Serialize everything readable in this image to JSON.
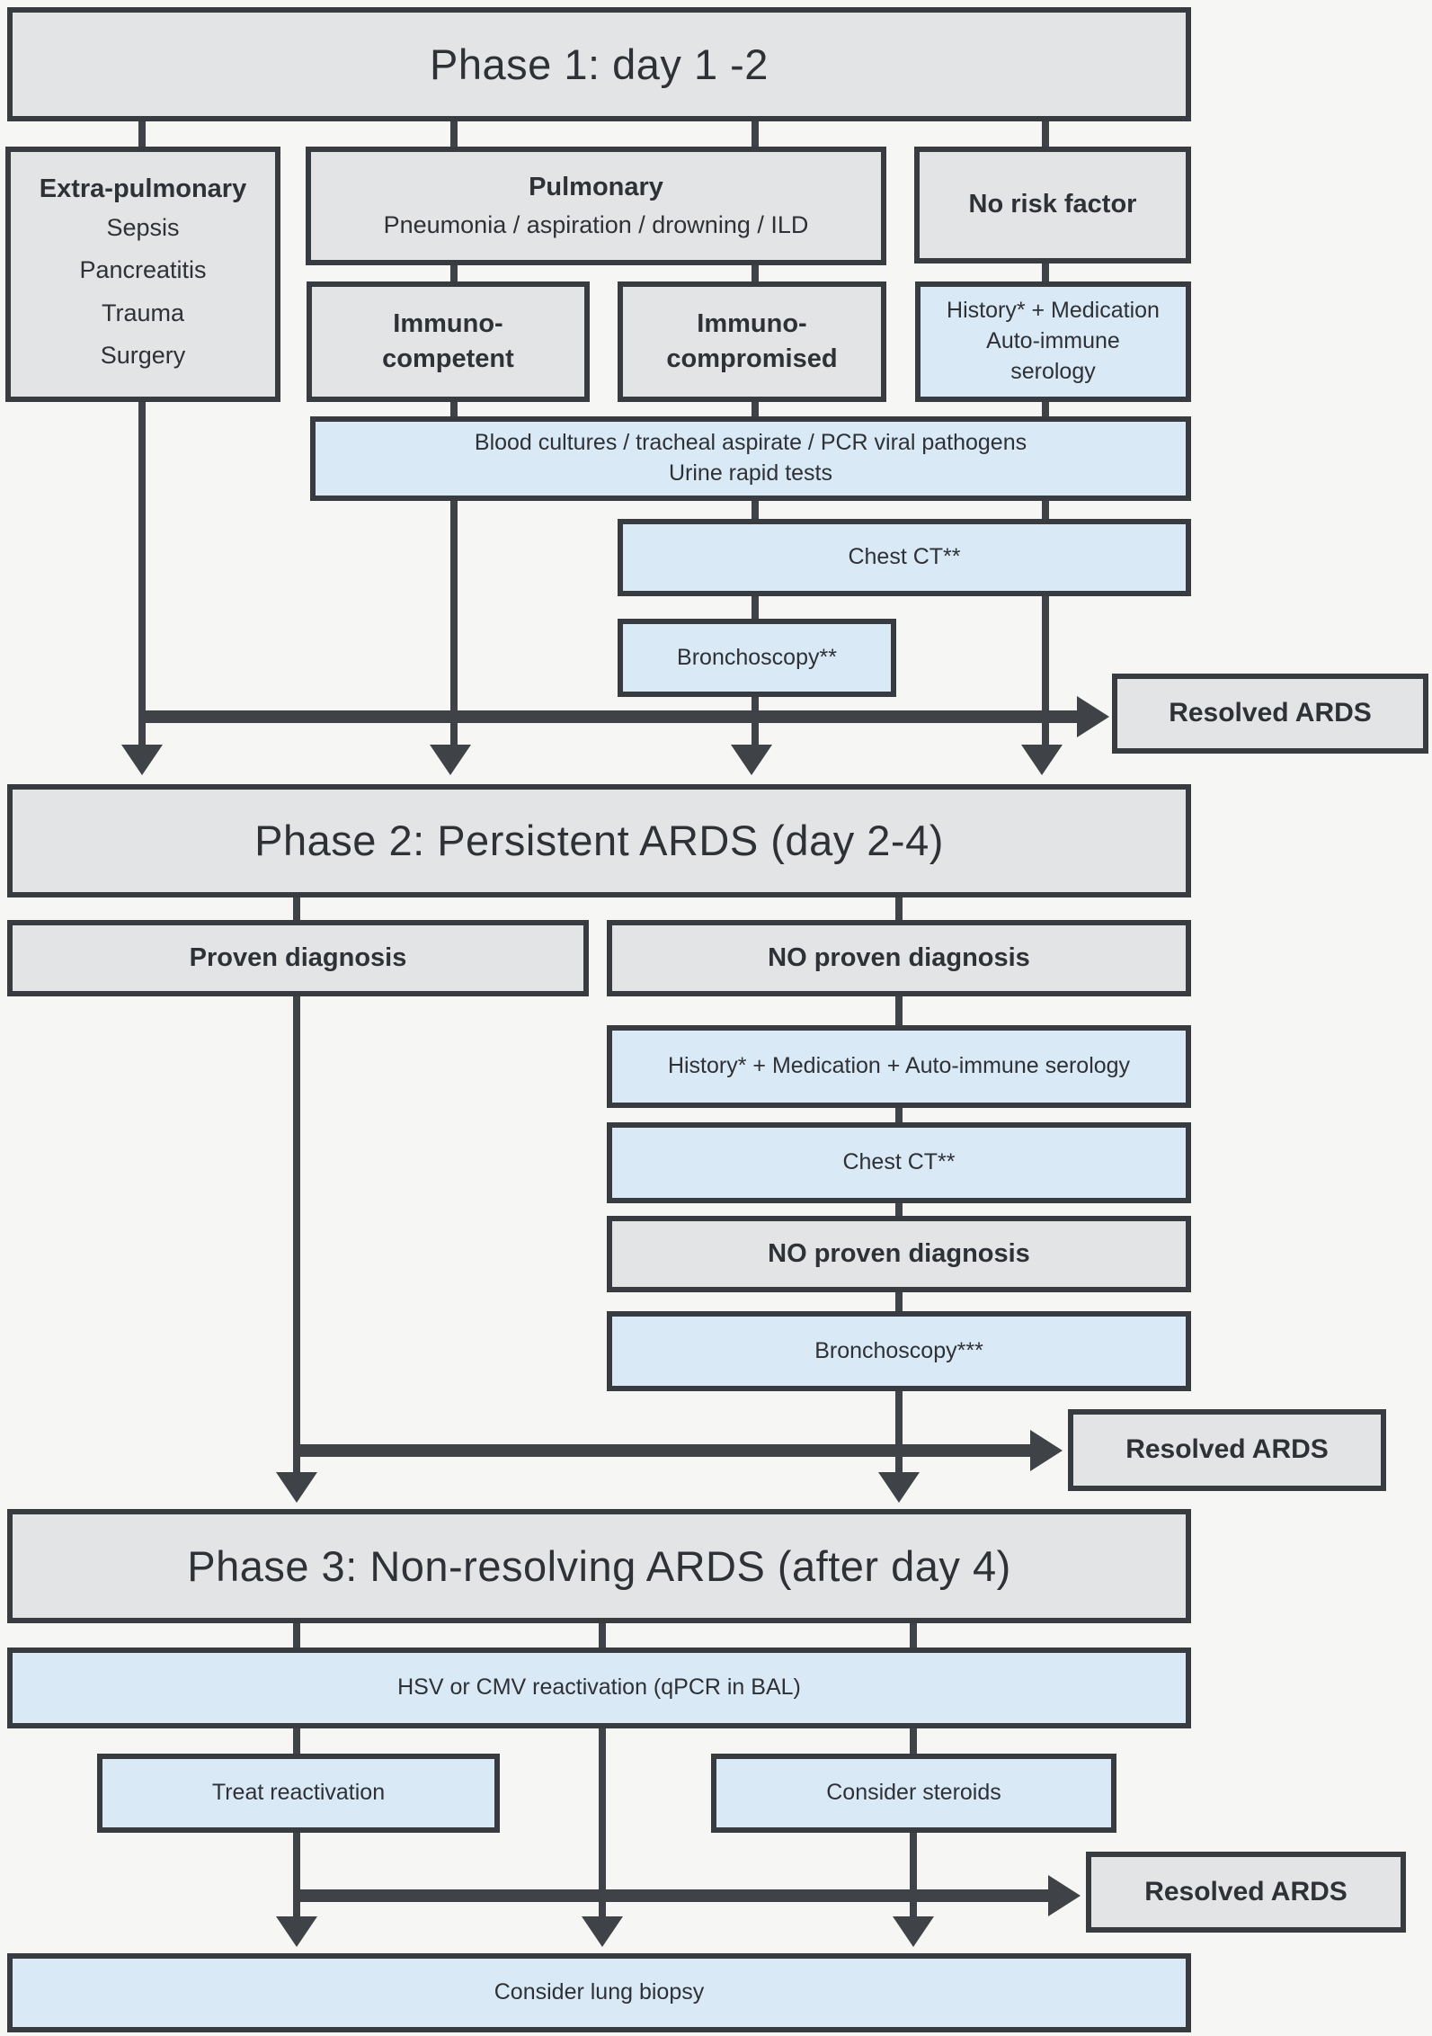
{
  "colors": {
    "box_gray": "#e3e4e5",
    "box_blue": "#dae9f6",
    "border": "#383b3f",
    "arrow": "#3f4246",
    "canvas_bg": "#f6f6f4",
    "text": "#2e3135"
  },
  "phase1": {
    "header": "Phase 1: day 1 -2",
    "extra_pulmonary_title": "Extra-pulmonary",
    "extra_pulmonary_items": "Sepsis\nPancreatitis\nTrauma\nSurgery",
    "pulmonary_title": "Pulmonary",
    "pulmonary_sub": "Pneumonia / aspiration / drowning / ILD",
    "no_risk_factor": "No risk factor",
    "immuno_competent": "Immuno-\ncompetent",
    "immuno_compromised": "Immuno-\ncompromised",
    "history_serology": "History* + Medication\nAuto-immune\nserology",
    "blood_cultures": "Blood cultures / tracheal aspirate / PCR viral pathogens\nUrine rapid tests",
    "chest_ct": "Chest CT**",
    "bronchoscopy": "Bronchoscopy**",
    "resolved": "Resolved ARDS"
  },
  "phase2": {
    "header": "Phase 2: Persistent ARDS (day 2-4)",
    "proven_diagnosis": "Proven diagnosis",
    "no_proven_diagnosis": "NO proven diagnosis",
    "history_serology": "History* + Medication + Auto-immune serology",
    "chest_ct": "Chest CT**",
    "no_proven_diagnosis_2": "NO proven diagnosis",
    "bronchoscopy": "Bronchoscopy***",
    "resolved": "Resolved ARDS"
  },
  "phase3": {
    "header": "Phase 3: Non-resolving ARDS (after day 4)",
    "hsv_cmv": "HSV or CMV reactivation (qPCR in BAL)",
    "treat_reactivation": "Treat reactivation",
    "consider_steroids": "Consider steroids",
    "resolved": "Resolved ARDS",
    "consider_lung_biopsy": "Consider lung biopsy"
  }
}
